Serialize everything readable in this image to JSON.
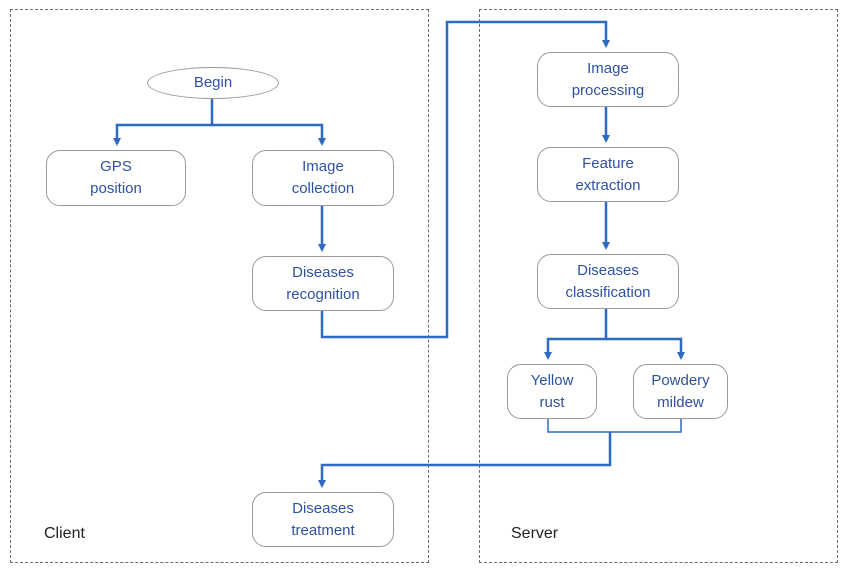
{
  "regions": {
    "client": {
      "label": "Client"
    },
    "server": {
      "label": "Server"
    }
  },
  "nodes": {
    "begin": "Begin",
    "gps_position": "GPS\nposition",
    "image_collection": "Image\ncollection",
    "diseases_recognition": "Diseases\nrecognition",
    "image_processing": "Image\nprocessing",
    "feature_extraction": "Feature\nextraction",
    "diseases_classification": "Diseases\nclassification",
    "yellow_rust": "Yellow\nrust",
    "powdery_mildew": "Powdery\nmildew",
    "diseases_treatment": "Diseases\ntreatment"
  },
  "colors": {
    "arrow": "#2f6ac2",
    "node_text": "#2f52a0",
    "node_border": "#9a9a9a",
    "region_border": "#6b6b6b"
  }
}
